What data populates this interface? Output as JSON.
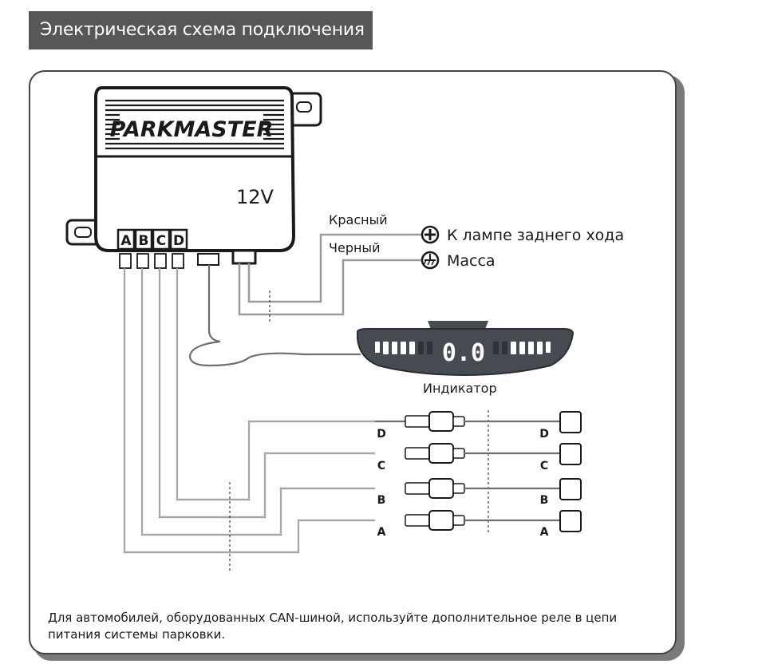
{
  "header": {
    "title": "Электрическая схема подключения"
  },
  "control_unit": {
    "brand": "PARKMASTER",
    "voltage": "12V",
    "ports": [
      "A",
      "B",
      "C",
      "D"
    ]
  },
  "power": {
    "red_wire": "Красный",
    "black_wire": "Черный",
    "reverse_lamp": "К лампе заднего хода",
    "ground": "Масса"
  },
  "indicator": {
    "label": "Индикатор",
    "display": "0.0"
  },
  "sensors": {
    "labels": [
      "D",
      "C",
      "B",
      "A"
    ]
  },
  "footnote": {
    "line1": "Для автомобилей, оборудованных CAN-шиной, используйте дополнительное реле в цепи",
    "line2": "питания системы парковки."
  },
  "colors": {
    "header_bg": "#575757",
    "wire": "#6f6f6f",
    "power_wire": "#9a9a9a",
    "indicator_body": "#464b52",
    "indicator_light": "#ffffff"
  }
}
